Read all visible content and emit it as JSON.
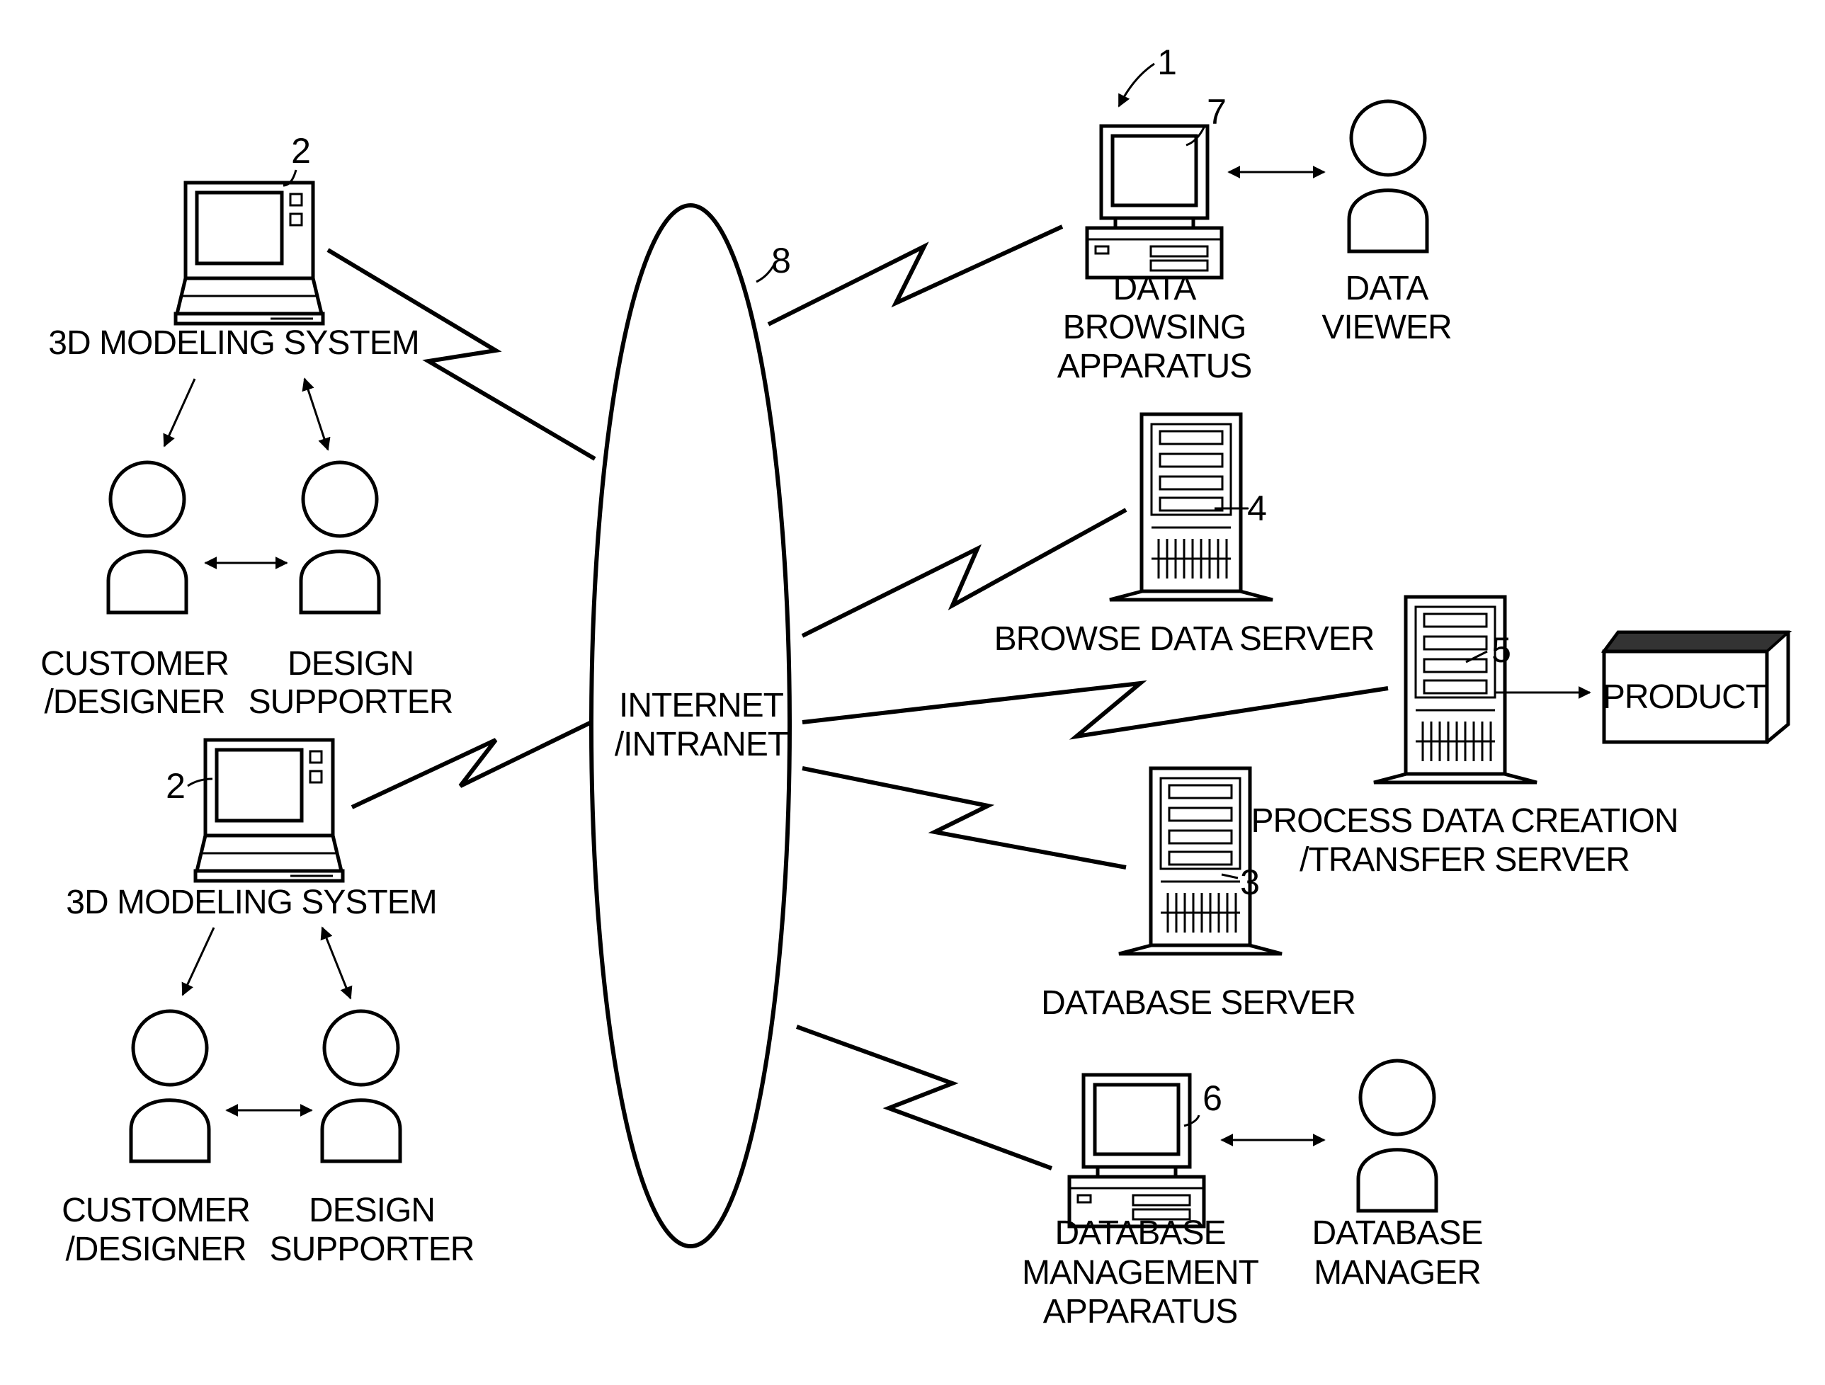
{
  "network": {
    "line1": "INTERNET",
    "line2": "/INTRANET",
    "ref": "8"
  },
  "system_ref": "1",
  "left_systems": [
    {
      "ref": "2",
      "label": "3D MODELING SYSTEM",
      "person_a": {
        "line1": "CUSTOMER",
        "line2": "/DESIGNER"
      },
      "person_b": {
        "line1": "DESIGN",
        "line2": "SUPPORTER"
      }
    },
    {
      "ref": "2",
      "label": "3D MODELING SYSTEM",
      "person_a": {
        "line1": "CUSTOMER",
        "line2": "/DESIGNER"
      },
      "person_b": {
        "line1": "DESIGN",
        "line2": "SUPPORTER"
      }
    }
  ],
  "data_browsing": {
    "ref": "7",
    "line1": "DATA",
    "line2": "BROWSING",
    "line3": "APPARATUS"
  },
  "data_viewer": {
    "line1": "DATA",
    "line2": "VIEWER"
  },
  "browse_server": {
    "ref": "4",
    "label": "BROWSE DATA SERVER"
  },
  "process_server": {
    "ref": "5",
    "line1": "PROCESS DATA CREATION",
    "line2": "/TRANSFER SERVER"
  },
  "product": {
    "label": "PRODUCT"
  },
  "database_server": {
    "ref": "3",
    "label": "DATABASE SERVER"
  },
  "db_mgmt": {
    "ref": "6",
    "line1": "DATABASE",
    "line2": "MANAGEMENT",
    "line3": "APPARATUS"
  },
  "db_manager": {
    "line1": "DATABASE",
    "line2": "MANAGER"
  }
}
